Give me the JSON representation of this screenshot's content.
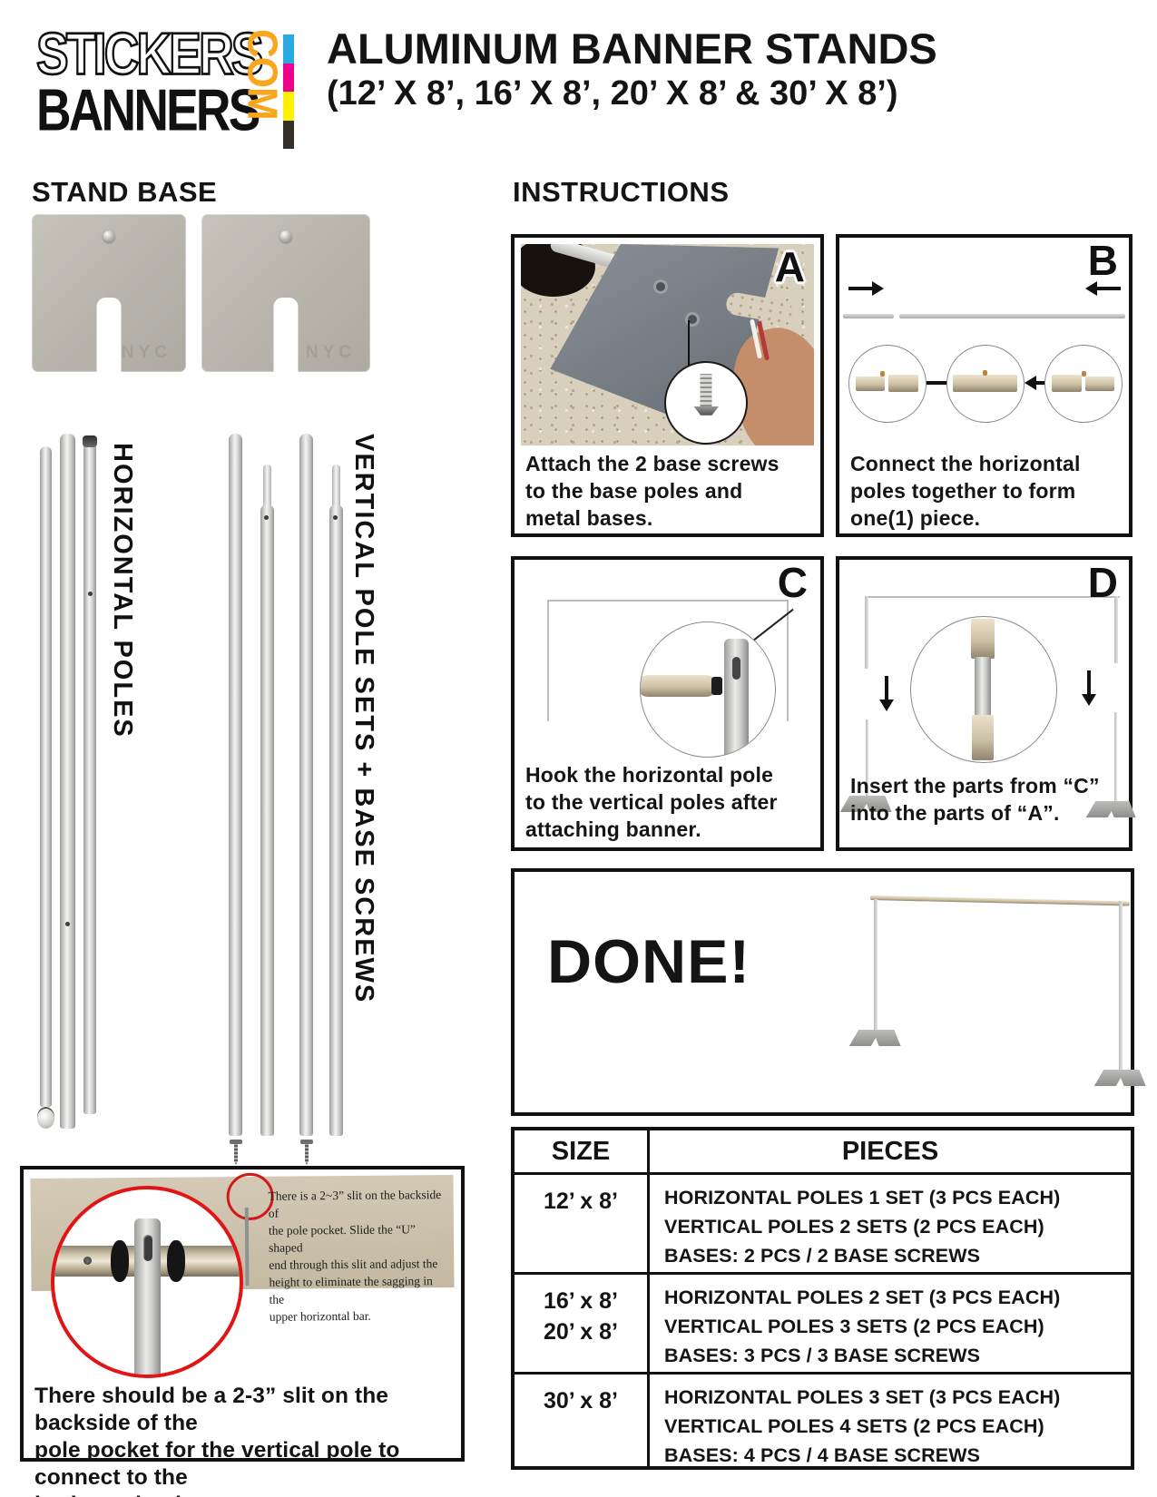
{
  "header": {
    "logo": {
      "line1": "STICKERS",
      "line2": "BANNERS",
      "suffix": "COM",
      "colors": {
        "com_yellow": "#F9A61C",
        "bar_cyan": "#29ABE2",
        "bar_magenta": "#EC008C",
        "bar_yellow": "#FFF200",
        "bar_black": "#352f29"
      }
    },
    "title_line1": "ALUMINUM BANNER STANDS",
    "title_line2": "(12’ X 8’, 16’ X 8’, 20’ X 8’ & 30’ X 8’)"
  },
  "left": {
    "stand_base_heading": "STAND BASE",
    "plate_marking": "NYC",
    "horizontal_poles_label": "HORIZONTAL POLES",
    "vertical_poles_label": "VERTICAL POLE SETS + BASE SCREWS",
    "slit_note_photo_lines": [
      "There is a 2~3” slit on the backside of",
      "the pole pocket. Slide the “U” shaped",
      "end through this slit and adjust the",
      "height to eliminate the sagging in the",
      "upper horizontal bar."
    ],
    "slit_caption_lines": [
      "There should be a 2-3” slit on the backside of the",
      "pole pocket for the vertical pole to connect to the",
      "horizontal poles."
    ],
    "callout_red": "#e01616"
  },
  "instructions": {
    "heading": "INSTRUCTIONS",
    "steps": [
      {
        "letter": "A",
        "lines": [
          "Attach the 2 base screws",
          "to the base poles and",
          "metal bases."
        ]
      },
      {
        "letter": "B",
        "lines": [
          "Connect the horizontal",
          "poles together to form",
          "one(1) piece."
        ]
      },
      {
        "letter": "C",
        "lines": [
          "Hook the horizontal pole",
          "to the vertical poles after",
          "attaching banner."
        ]
      },
      {
        "letter": "D",
        "lines": [
          "Insert the parts from “C”",
          "into the parts of “A”."
        ]
      }
    ],
    "done_label": "DONE!"
  },
  "table": {
    "headers": [
      "SIZE",
      "PIECES"
    ],
    "rows": [
      {
        "size": [
          "12’ x 8’"
        ],
        "pieces": [
          "HORIZONTAL POLES 1 SET (3 PCS EACH)",
          "VERTICAL POLES 2 SETS (2 PCS EACH)",
          "BASES: 2 PCS / 2 BASE SCREWS"
        ]
      },
      {
        "size": [
          "16’ x 8’",
          "20’ x 8’"
        ],
        "pieces": [
          "HORIZONTAL POLES 2 SET (3 PCS EACH)",
          "VERTICAL POLES 3 SETS (2 PCS EACH)",
          "BASES: 3 PCS / 3 BASE SCREWS"
        ]
      },
      {
        "size": [
          "30’ x 8’"
        ],
        "pieces": [
          "HORIZONTAL POLES 3 SET (3 PCS EACH)",
          "VERTICAL POLES 4 SETS (2 PCS EACH)",
          "BASES: 4 PCS / 4 BASE SCREWS"
        ]
      }
    ]
  }
}
